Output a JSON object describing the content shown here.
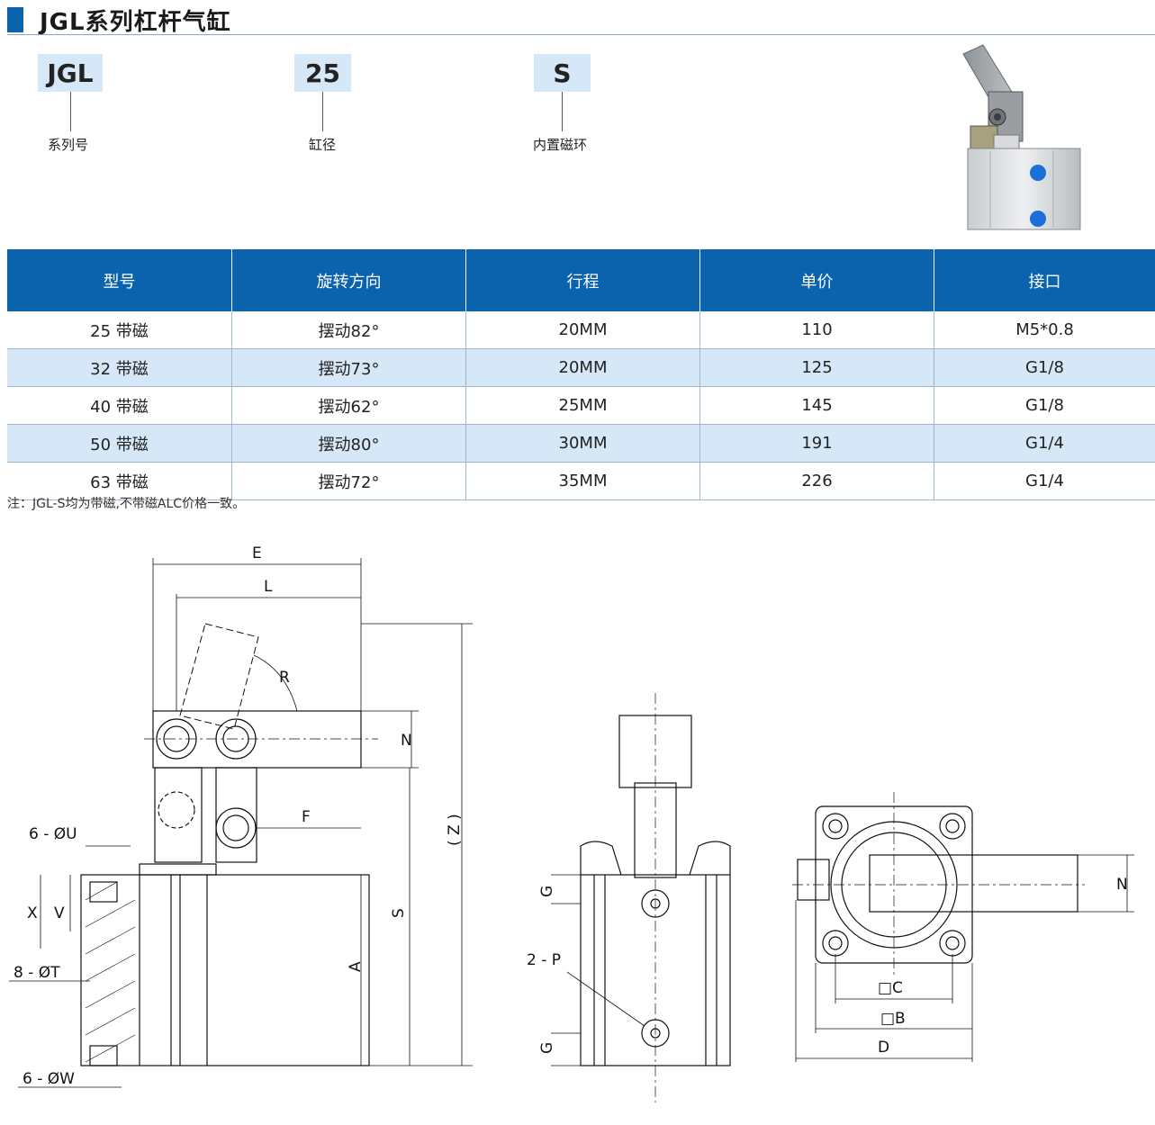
{
  "header": {
    "title": "JGL系列杠杆气缸"
  },
  "ordering_code": [
    {
      "code": "JGL",
      "label": "系列号"
    },
    {
      "code": "25",
      "label": "缸径"
    },
    {
      "code": "S",
      "label": "内置磁环"
    }
  ],
  "table": {
    "columns": [
      "型号",
      "旋转方向",
      "行程",
      "单价",
      "接口"
    ],
    "rows": [
      [
        "25 带磁",
        "摆动82°",
        "20MM",
        "110",
        "M5*0.8"
      ],
      [
        "32 带磁",
        "摆动73°",
        "20MM",
        "125",
        "G1/8"
      ],
      [
        "40 带磁",
        "摆动62°",
        "25MM",
        "145",
        "G1/8"
      ],
      [
        "50 带磁",
        "摆动80°",
        "30MM",
        "191",
        "G1/4"
      ],
      [
        "63 带磁",
        "摆动72°",
        "35MM",
        "226",
        "G1/4"
      ]
    ]
  },
  "note": "注：JGL-S均为带磁,不带磁ALC价格一致。",
  "drawing_labels": {
    "E": "E",
    "L": "L",
    "R": "R",
    "N": "N",
    "F": "F",
    "Z": "( Z )",
    "S": "S",
    "A": "A",
    "U": "6 - ØU",
    "X": "X",
    "V": "V",
    "T": "8 - ØT",
    "W": "6 - ØW",
    "G": "G",
    "P": "2 - P",
    "C": "□C",
    "B": "□B",
    "D": "D"
  },
  "colors": {
    "brand_blue": "#0b62ad",
    "row_alt": "#d6e7f7"
  }
}
